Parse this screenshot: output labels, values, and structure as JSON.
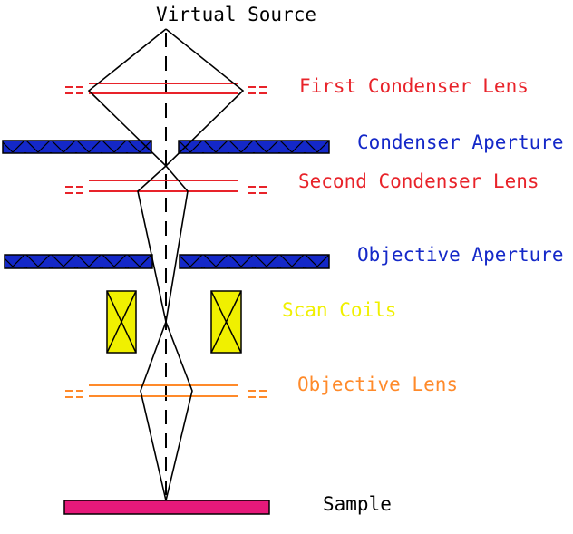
{
  "labels": {
    "virtual_source": "Virtual Source",
    "first_condenser": "First Condenser Lens",
    "condenser_aperture": "Condenser Aperture",
    "second_condenser": "Second Condenser Lens",
    "objective_aperture": "Objective Aperture",
    "scan_coils": "Scan Coils",
    "objective_lens": "Objective Lens",
    "sample": "Sample"
  },
  "colors": {
    "condenser_lens": "#e8232a",
    "aperture": "#1428c8",
    "scan_coil": "#f0f000",
    "objective_lens": "#ff8a2a",
    "sample": "#e6197a",
    "ray": "#000000"
  }
}
